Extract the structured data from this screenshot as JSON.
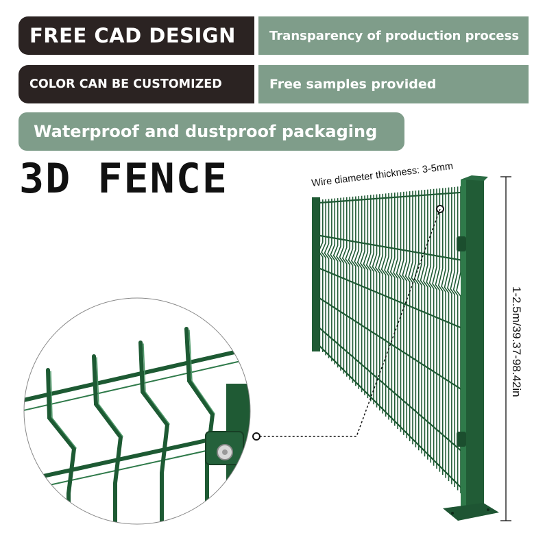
{
  "banners": {
    "free_cad": "FREE CAD DESIGN",
    "transparency": "Transparency of production process",
    "color_custom": "COLOR CAN BE CUSTOMIZED",
    "samples": "Free samples provided",
    "packaging": "Waterproof and dustproof packaging"
  },
  "product_title": "3D FENCE",
  "annotations": {
    "wire_diameter": "Wire diameter thickness: 3-5mm",
    "height": "1-2.5m/39.37-98.42in"
  },
  "colors": {
    "dark_banner": "#2b2322",
    "green_banner": "#7f9d8a",
    "fence_green": "#1f5a34"
  }
}
